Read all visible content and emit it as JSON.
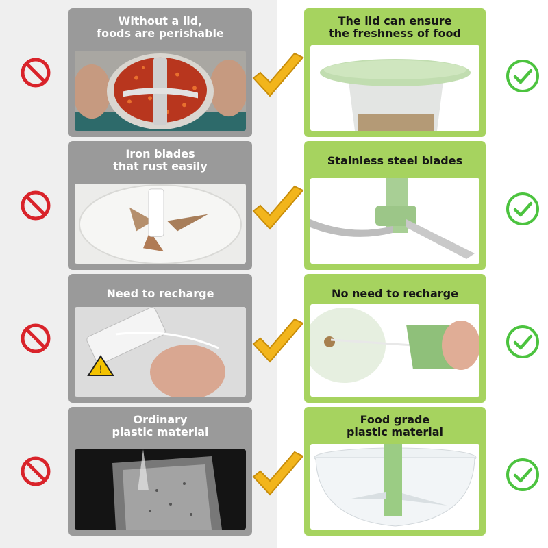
{
  "colors": {
    "left_background": "#efefef",
    "bad_card": "#9a9a9a",
    "good_card": "#a6d35f",
    "ban_red": "#d9232a",
    "ok_green": "#4cc33f",
    "gold_check": "#f2b51c"
  },
  "icons": {
    "bad": "no-entry-icon",
    "transition": "gold-checkmark-icon",
    "good": "green-check-circle-icon"
  },
  "rows": [
    {
      "bad_title": "Without a lid,\nfoods are perishable",
      "bad_image": "chopped-chili-in-open-bowl-photo",
      "good_title": "The lid can ensure\nthe freshness of food",
      "good_image": "green-lid-on-container-photo"
    },
    {
      "bad_title": "Iron blades\nthat rust easily",
      "bad_image": "rusty-blades-in-bowl-photo",
      "good_title": "Stainless steel blades",
      "good_image": "stainless-blades-on-green-shaft-photo"
    },
    {
      "bad_title": "Need to recharge",
      "bad_image": "power-strip-with-cable-photo",
      "good_title": "No need to recharge",
      "good_image": "hand-pulling-cord-photo"
    },
    {
      "bad_title": "Ordinary\nplastic material",
      "bad_image": "cloudy-plastic-container-photo",
      "good_title": "Food grade\nplastic material",
      "good_image": "clear-bowl-with-green-blade-photo"
    }
  ]
}
